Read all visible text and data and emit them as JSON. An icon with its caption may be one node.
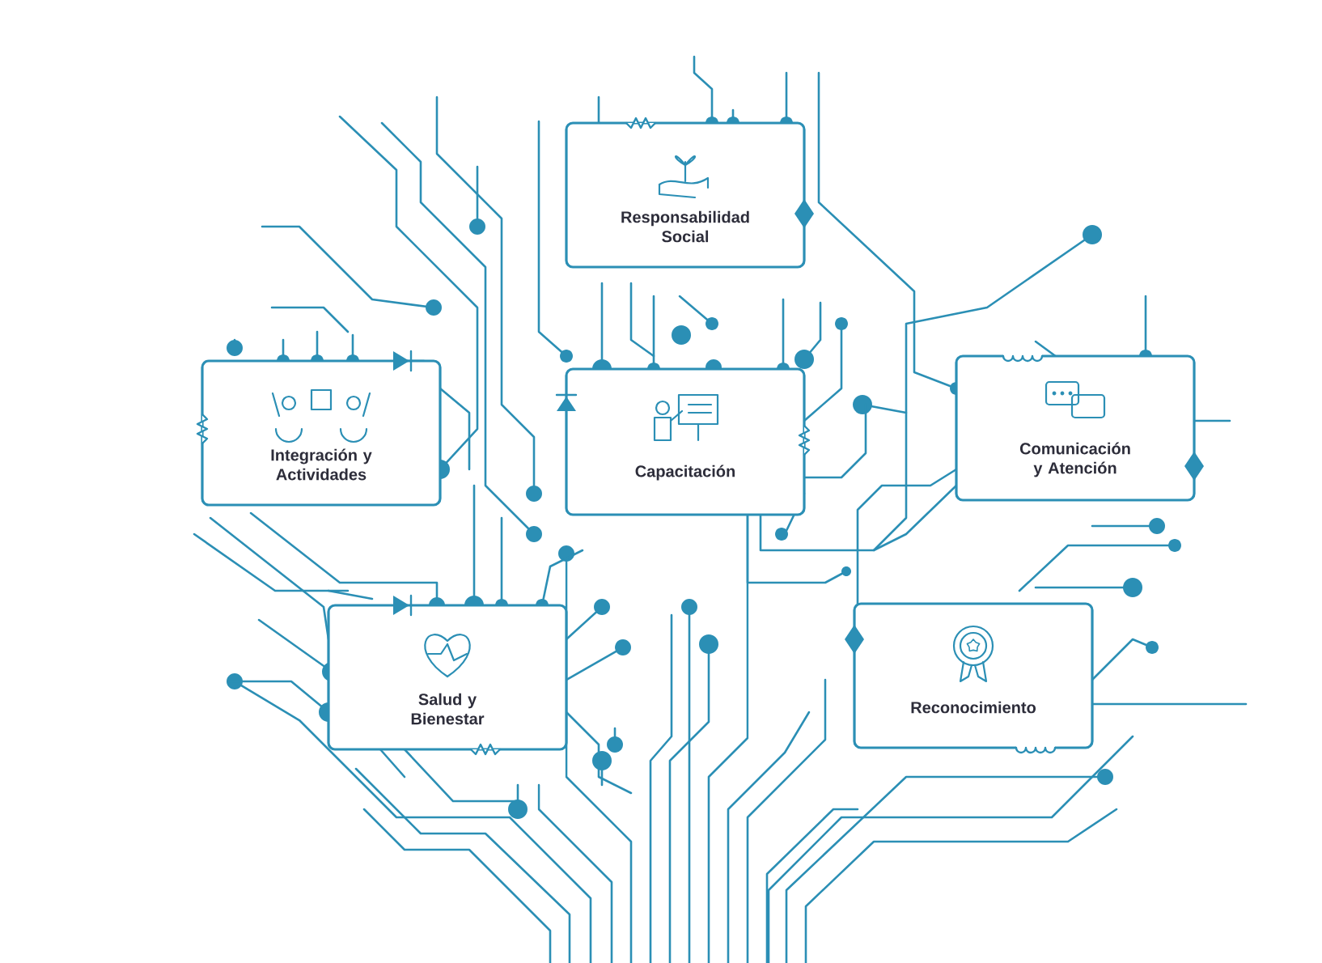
{
  "diagram": {
    "nodes": [
      {
        "text": [
          "Responsabilidad Social"
        ]
      },
      {
        "text": [
          "Integración y Actividades"
        ]
      },
      {
        "text": [
          "Capacitación"
        ]
      },
      {
        "text": [
          "Comunicación y Atención"
        ]
      },
      {
        "text": [
          "Salud y Bienestar"
        ]
      },
      {
        "text": [
          "Reconocimiento"
        ]
      }
    ]
  }
}
